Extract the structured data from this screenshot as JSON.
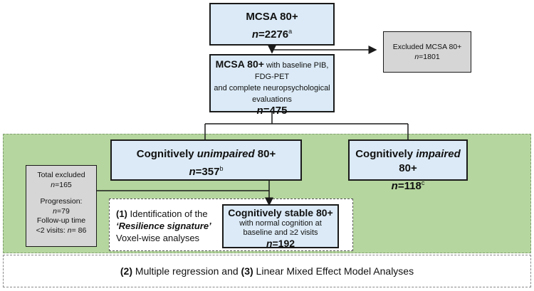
{
  "top_box": {
    "title": "MCSA 80+",
    "n_label": "n",
    "n_eq": "=2276",
    "sup": "a"
  },
  "excluded_box": {
    "title": "Excluded MCSA 80+",
    "n_label": "n",
    "n_eq": "=1801"
  },
  "baseline_box": {
    "title": "MCSA 80+",
    "desc1": " with baseline PIB, FDG-PET",
    "desc2": "and complete neuropsychological",
    "desc3": "evaluations",
    "n_label": "n",
    "n_eq": "=475"
  },
  "unimpaired_box": {
    "pre": "Cognitively ",
    "italic": "unimpaired",
    "post": " 80+",
    "n_label": "n",
    "n_eq": "=357",
    "sup": "b"
  },
  "impaired_box": {
    "pre": "Cognitively ",
    "italic": "impaired",
    "post": " 80+",
    "n_label": "n",
    "n_eq": "=118",
    "sup": "c"
  },
  "total_excluded_box": {
    "title": "Total excluded",
    "n1": "n",
    "n1_eq": "=165",
    "prog": "Progression:",
    "n2": "n",
    "n2_eq": "=79",
    "follow1": "Follow-up time",
    "follow2": "<2 visits: ",
    "n3": "n",
    "n3_eq": "= 86"
  },
  "resilience": {
    "num": "(1)",
    "line1": " Identification of the",
    "line2": "‘Resilience signature’",
    "line3": "Voxel-wise analyses"
  },
  "stable_box": {
    "title": "Cognitively stable 80+",
    "desc1": "with normal cognition at",
    "desc2": "baseline and ≥2 visits",
    "n_label": "n",
    "n_eq": "=192"
  },
  "bottom": {
    "num2": "(2)",
    "t1": " Multiple regression and ",
    "num3": "(3)",
    "t2": " Linear Mixed Effect Model Analyses"
  }
}
